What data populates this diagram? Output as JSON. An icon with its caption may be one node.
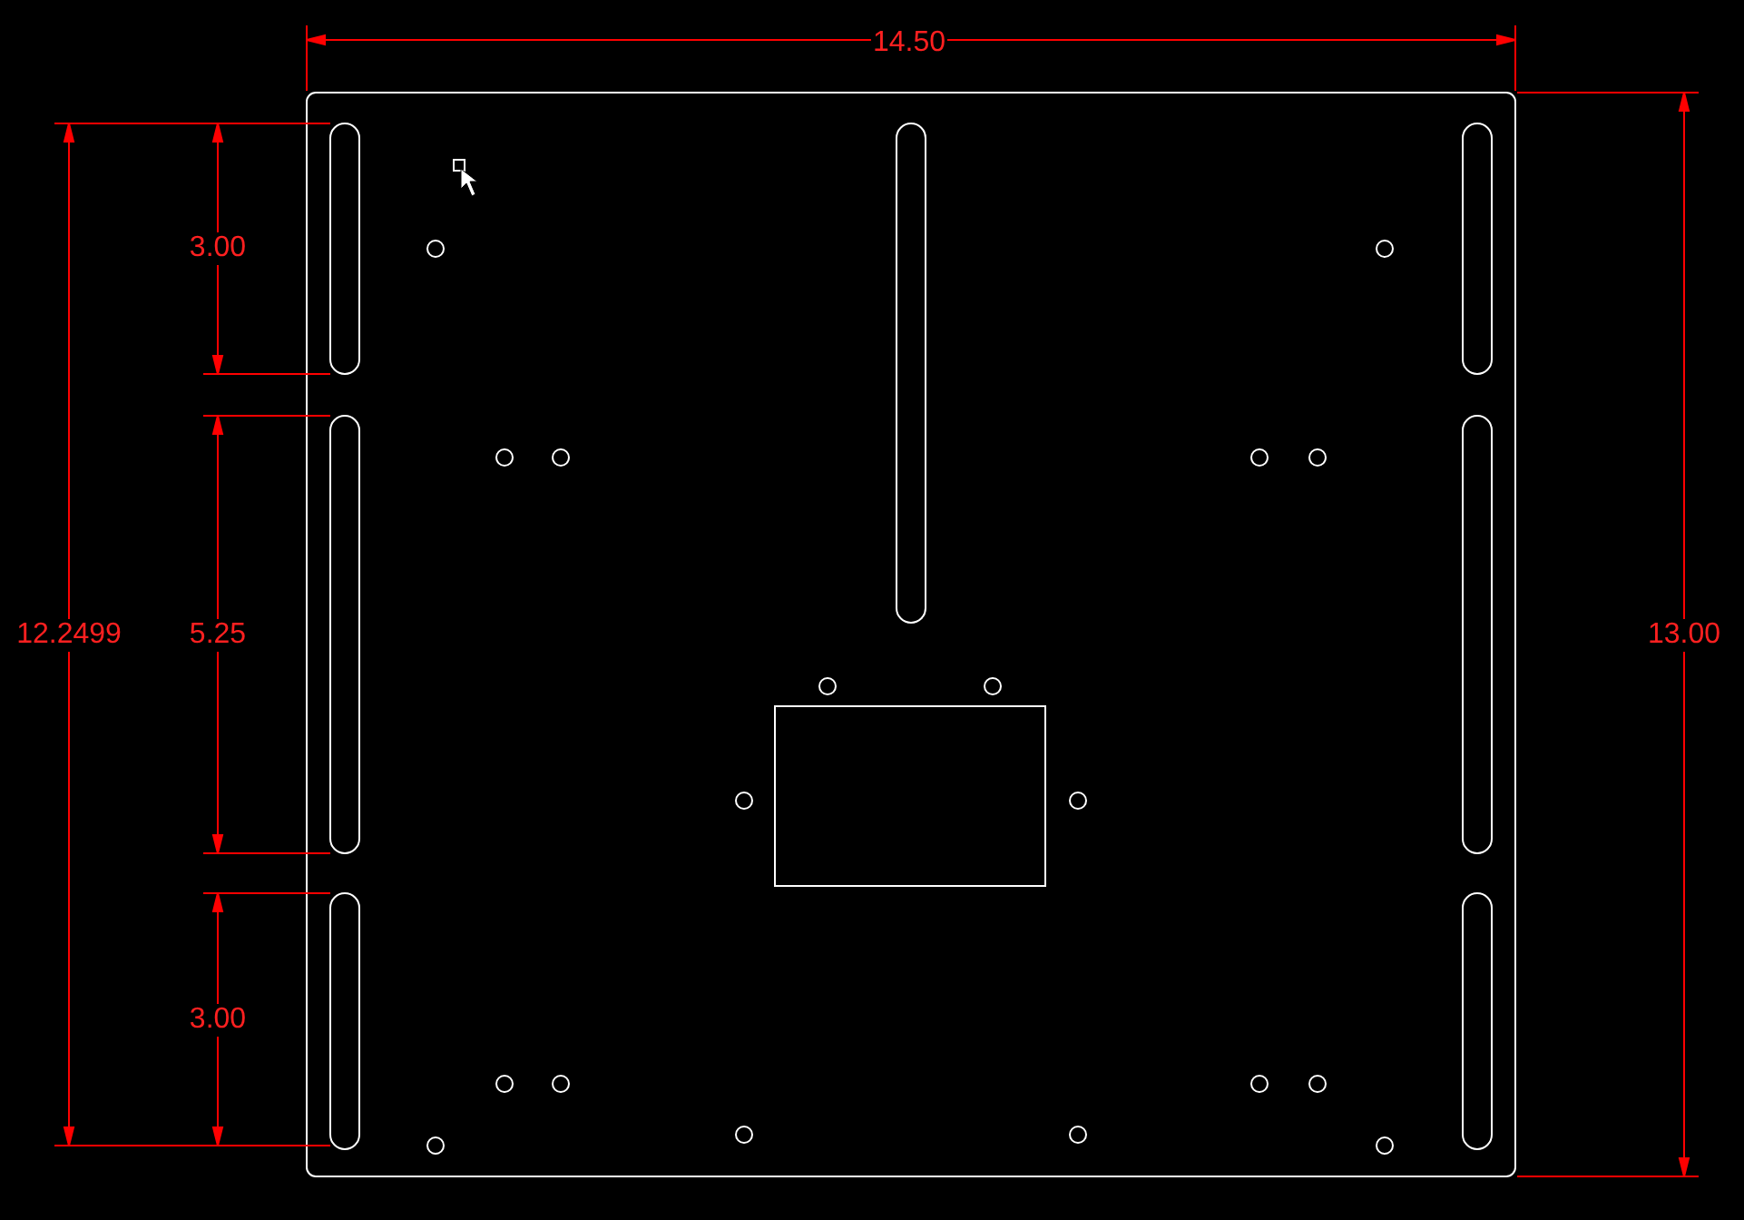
{
  "diagram": {
    "labels": [
      "14.50",
      "3.00",
      "12.2499",
      "5.25",
      "13.00",
      "3.00"
    ]
  }
}
